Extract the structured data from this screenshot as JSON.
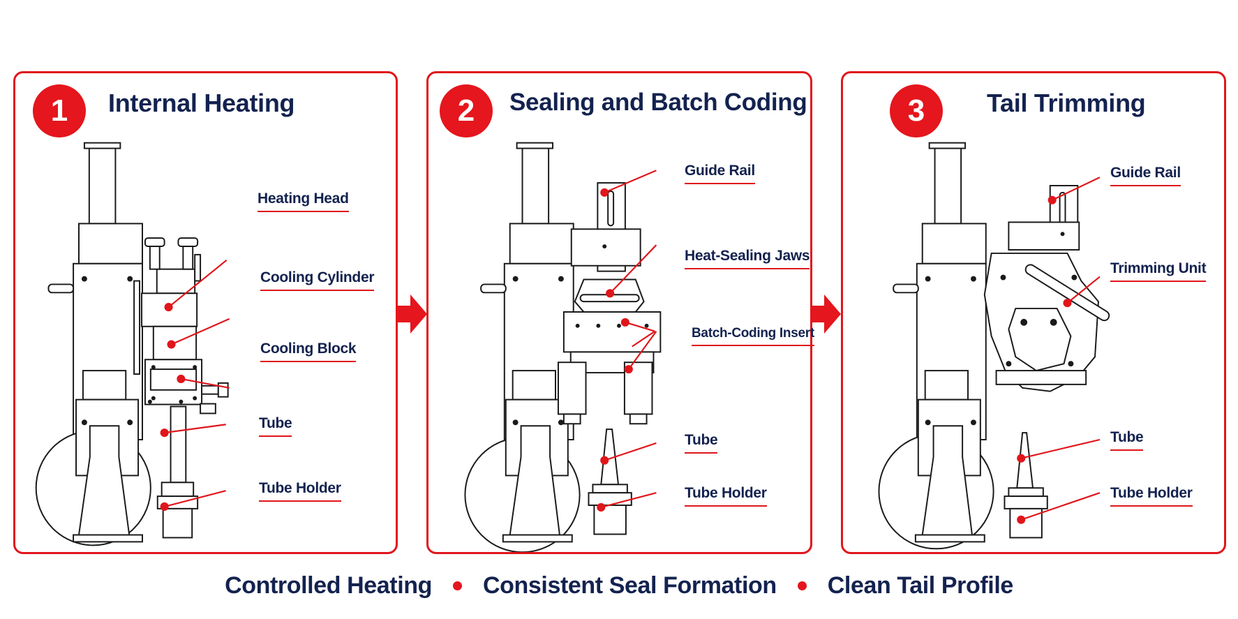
{
  "steps": [
    {
      "number": "1",
      "title": "Internal Heating",
      "labels": [
        "Heating Head",
        "Cooling Cylinder",
        "Cooling Block",
        "Tube",
        "Tube Holder"
      ]
    },
    {
      "number": "2",
      "title": "Sealing and Batch Coding",
      "labels": [
        "Guide Rail",
        "Heat-Sealing Jaws",
        "Batch-Coding Insert",
        "Tube",
        "Tube Holder"
      ]
    },
    {
      "number": "3",
      "title": "Tail Trimming",
      "labels": [
        "Guide Rail",
        "Trimming Unit",
        "Tube",
        "Tube Holder"
      ]
    }
  ],
  "footer": [
    "Controlled Heating",
    "Consistent Seal Formation",
    "Clean Tail Profile"
  ],
  "colors": {
    "accent": "#e5161d",
    "text": "#13224f",
    "line": "#1a1a1a"
  }
}
